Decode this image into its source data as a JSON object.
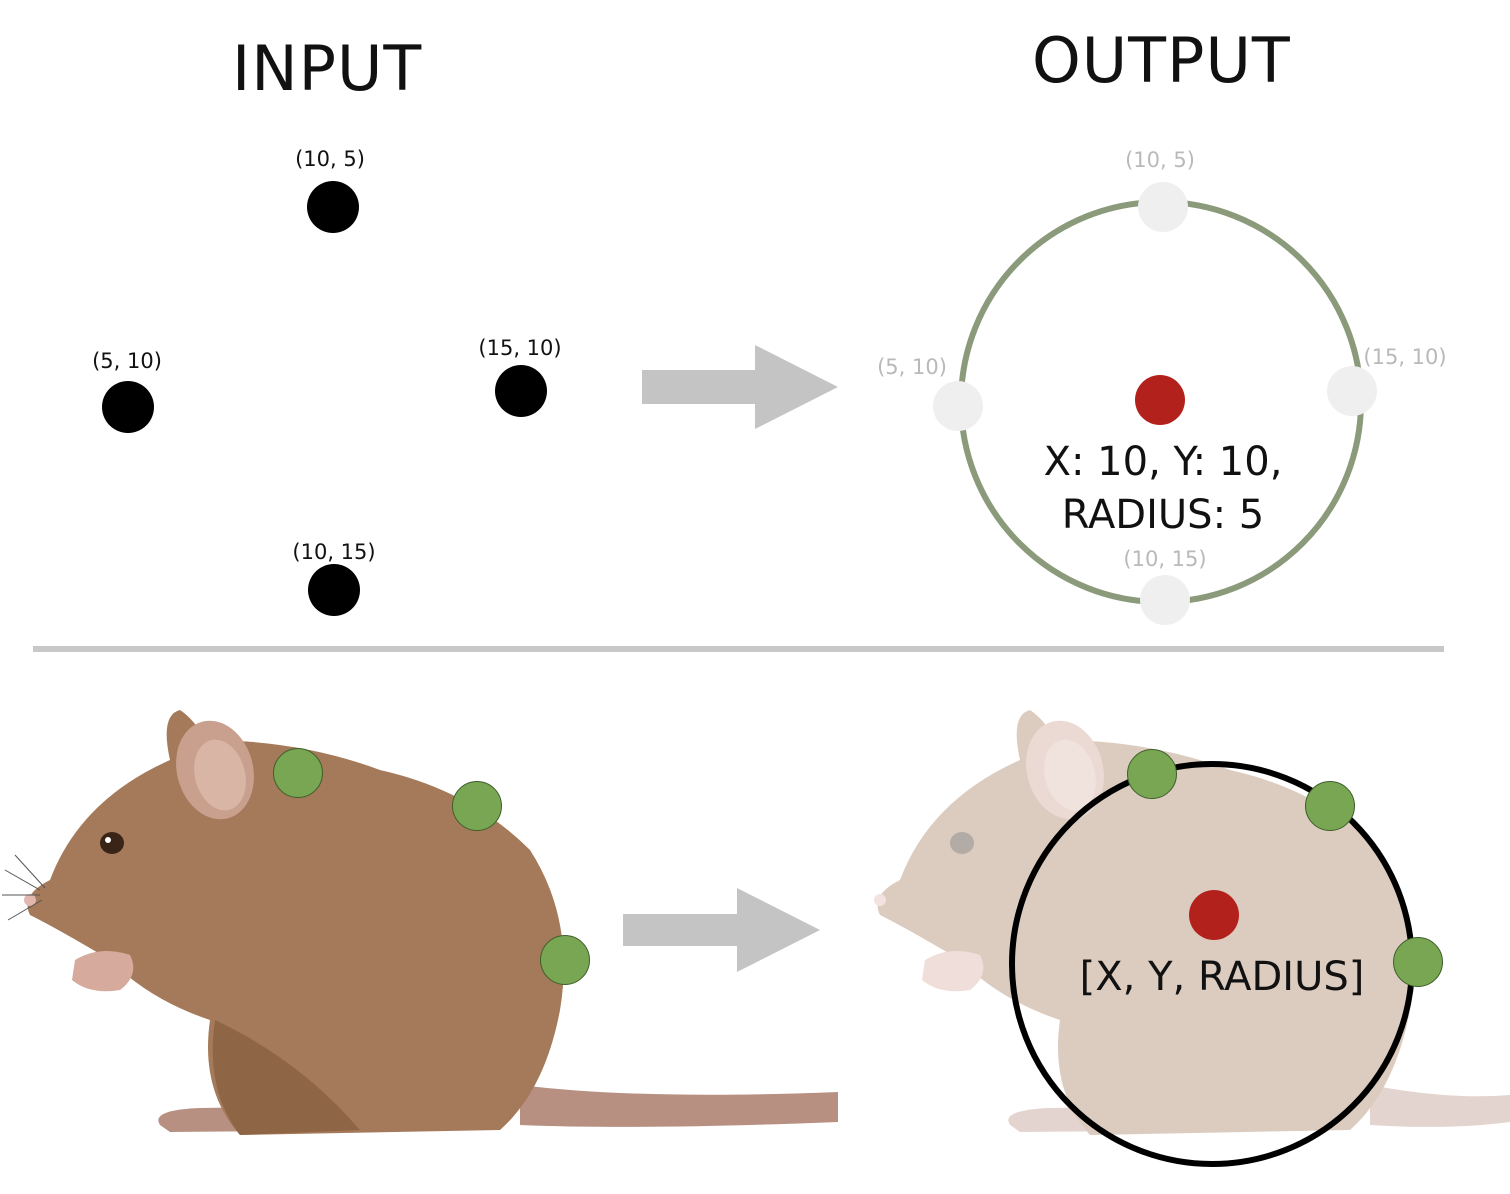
{
  "headings": {
    "input": "INPUT",
    "output": "OUTPUT"
  },
  "input_points": [
    {
      "label": "(10, 5)"
    },
    {
      "label": "(5, 10)"
    },
    {
      "label": "(15, 10)"
    },
    {
      "label": "(10, 15)"
    }
  ],
  "output_points": [
    {
      "label": "(10, 5)"
    },
    {
      "label": "(5, 10)"
    },
    {
      "label": "(15, 10)"
    },
    {
      "label": "(10, 15)"
    }
  ],
  "output_result": {
    "line1": "X: 10, Y: 10,",
    "line2": "RADIUS: 5"
  },
  "mouse_output_result": "[X, Y, RADIUS]",
  "colors": {
    "circle_top": "#8a9a7a",
    "arrow": "#c4c4c4",
    "divider": "#c8c8c8",
    "keypoint_green": "#78a652",
    "center_red": "#b3211c",
    "mouse_body": "#a47a5a",
    "mouse_tail": "#b89082"
  }
}
